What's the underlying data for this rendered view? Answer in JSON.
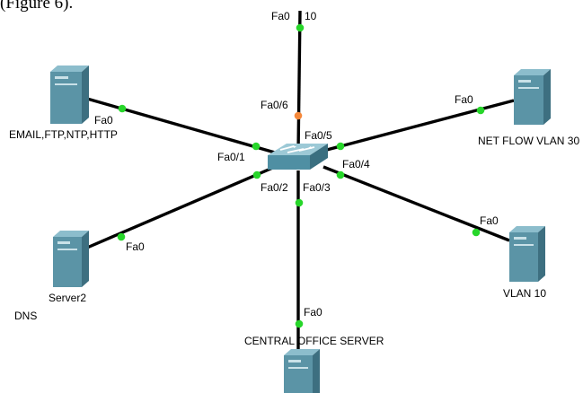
{
  "caption": "(Figure 6).",
  "colors": {
    "link": "#000000",
    "port_up": "#27d62a",
    "port_orange": "#f5883a",
    "server": "#5b94a6",
    "switch": "#4f8fa3"
  },
  "switch": {
    "name": "",
    "ports": {
      "fa0_1": "Fa0/1",
      "fa0_2": "Fa0/2",
      "fa0_3": "Fa0/3",
      "fa0_4": "Fa0/4",
      "fa0_5": "Fa0/5",
      "fa0_6": "Fa0/6"
    }
  },
  "devices": {
    "top": {
      "label": "",
      "port": "Fa0",
      "port_suffix": "10",
      "icon": "uplink"
    },
    "email": {
      "label": "EMAIL,FTP,NTP,HTTP",
      "port": "Fa0",
      "icon": "server-icon"
    },
    "netflow": {
      "label": "NET FLOW VLAN 30",
      "port": "Fa0",
      "icon": "server-icon"
    },
    "server2": {
      "label": "Server2",
      "sublabel": "DNS",
      "port": "Fa0",
      "icon": "server-icon"
    },
    "vlan10": {
      "label": "VLAN 10",
      "port": "Fa0",
      "icon": "server-icon"
    },
    "central": {
      "label": "CENTRAL OFFICE SERVER",
      "port": "Fa0",
      "icon": "server-icon"
    }
  }
}
